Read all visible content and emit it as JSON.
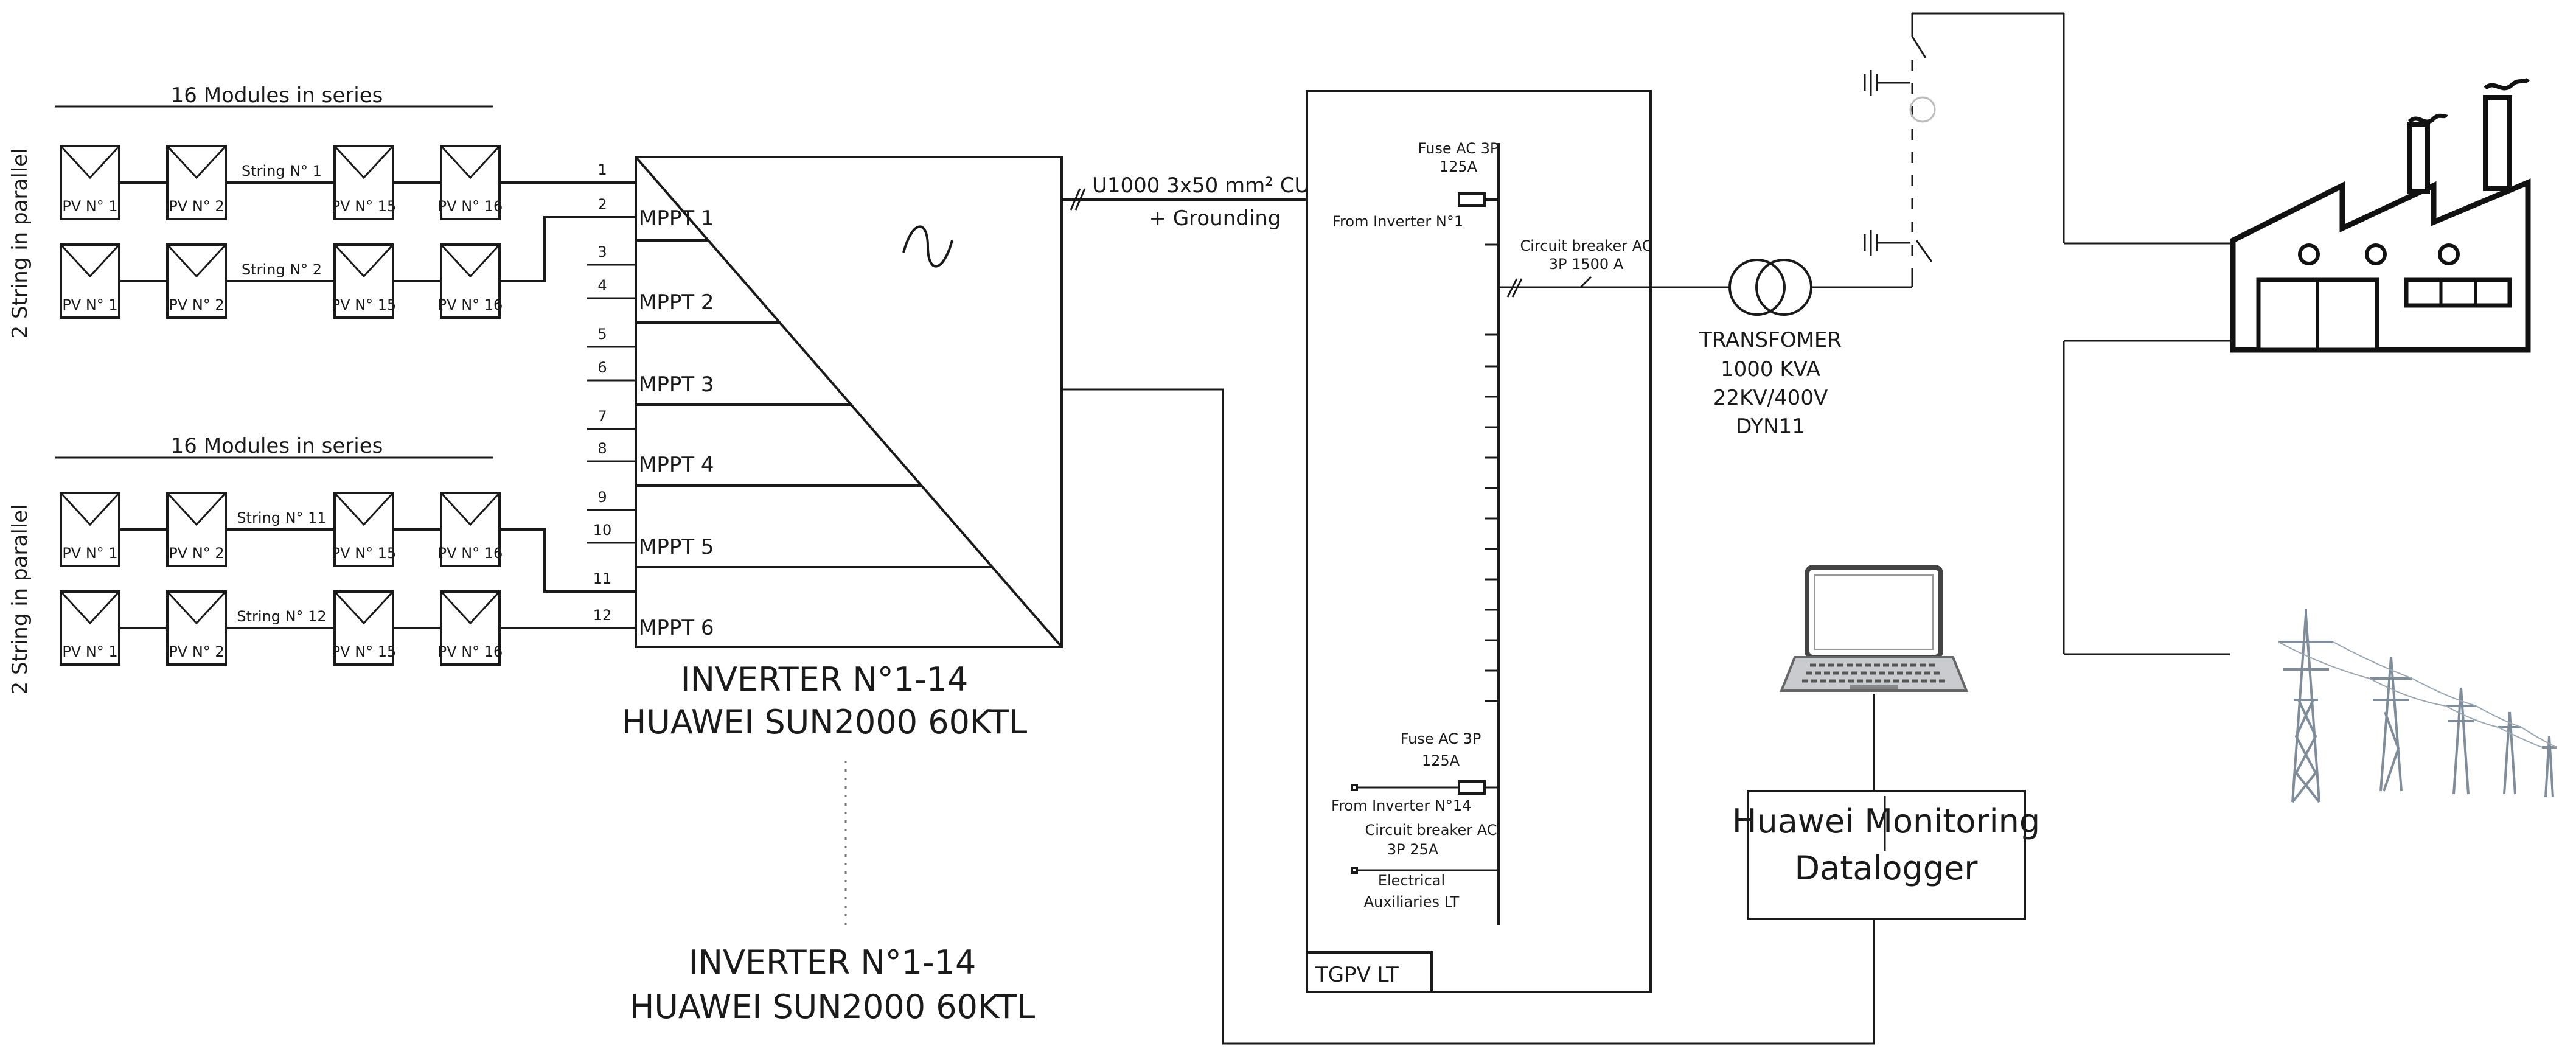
{
  "pv": {
    "series_label": "16 Modules in series",
    "parallel_label": "2 String in parallel",
    "modules": [
      "PV N° 1",
      "PV N° 2",
      "PV N° 15",
      "PV N° 16"
    ],
    "strings": [
      "String N° 1",
      "String N° 2",
      "String N° 11",
      "String N° 12"
    ]
  },
  "inverter": {
    "inputs": [
      "1",
      "2",
      "3",
      "4",
      "5",
      "6",
      "7",
      "8",
      "9",
      "10",
      "11",
      "12"
    ],
    "mppts": [
      "MPPT 1",
      "MPPT 2",
      "MPPT 3",
      "MPPT 4",
      "MPPT 5",
      "MPPT 6"
    ],
    "ac_symbol": "~",
    "label_line1": "INVERTER N°1-14",
    "label_line2": "HUAWEI SUN2000 60KTL"
  },
  "cable": {
    "line1": "U1000 3x50 mm² CU",
    "line2": "+ Grounding"
  },
  "panel": {
    "name": "TGPV LT",
    "fuse_top": [
      "Fuse AC 3P",
      "125A"
    ],
    "from_inverter_top": "From Inverter N°1",
    "main_breaker": [
      "Circuit breaker AC",
      "3P 1500 A"
    ],
    "fuse_bottom": [
      "Fuse AC 3P",
      "125A"
    ],
    "from_inverter_bottom": "From Inverter N°14",
    "aux_breaker": [
      "Circuit breaker AC",
      "3P 25A"
    ],
    "aux_label": [
      "Electrical",
      "Auxiliaries LT"
    ]
  },
  "transformer": {
    "lines": [
      "TRANSFOMER",
      "1000 KVA",
      "22KV/400V",
      "DYN11"
    ]
  },
  "datalogger": {
    "lines": [
      "Huawei Monitoring",
      "Datalogger"
    ]
  }
}
